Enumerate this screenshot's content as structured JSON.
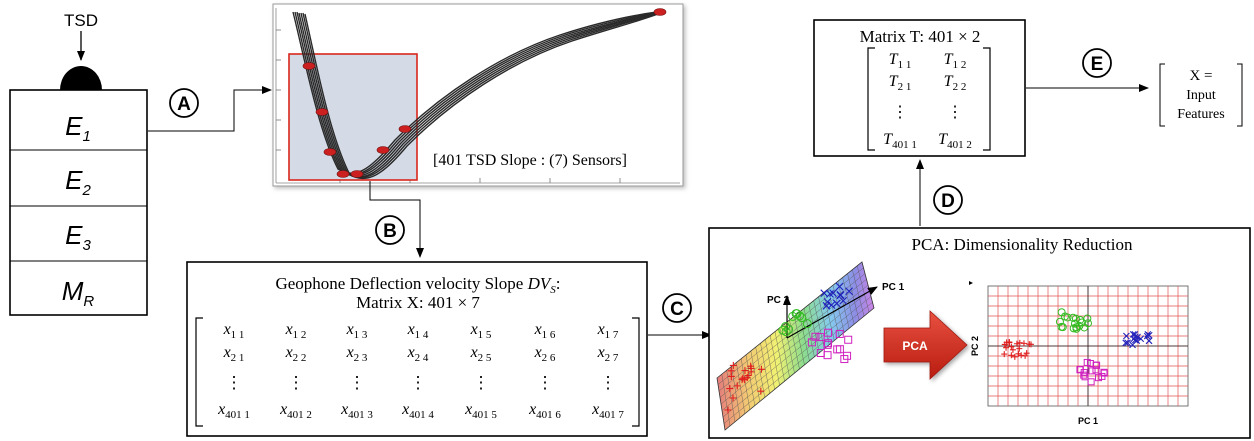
{
  "tsd_label": "TSD",
  "layers": [
    {
      "base": "E",
      "sub": "1"
    },
    {
      "base": "E",
      "sub": "2"
    },
    {
      "base": "E",
      "sub": "3"
    },
    {
      "base": "M",
      "sub": "R"
    }
  ],
  "steps": {
    "a": "A",
    "b": "B",
    "c": "C",
    "d": "D",
    "e": "E"
  },
  "slope_plot": {
    "caption": "[401 TSD Slope : (7) Sensors]"
  },
  "matrix_x": {
    "title_line1_prefix": "Geophone Deflection velocity Slope ",
    "title_line1_symbol": "DV",
    "title_line1_sub": "S",
    "title_line1_suffix": ":",
    "title_line2": "Matrix X: 401 × 7",
    "columns": [
      "1",
      "2",
      "3",
      "4",
      "5",
      "6",
      "7"
    ],
    "row_prefix": "x",
    "rows": [
      "1",
      "2",
      "",
      "401"
    ],
    "dots": "⋮"
  },
  "matrix_t": {
    "title": "Matrix T: 401 × 2",
    "row_prefix": "T",
    "cells": [
      [
        "T",
        "1 1",
        "T",
        "1 2"
      ],
      [
        "T",
        "2 1",
        "T",
        "2 2"
      ],
      [
        "",
        "",
        "",
        ""
      ],
      [
        "T",
        "401 1",
        "T",
        "401 2"
      ]
    ],
    "dots": "⋮"
  },
  "input_features": {
    "line1": "X =",
    "line2": "Input",
    "line3": "Features"
  },
  "pca": {
    "title": "PCA: Dimensionality Reduction",
    "arrow_label": "PCA",
    "axis_pc1": "PC 1",
    "axis_pc2": "PC 2",
    "result_xlabel": "PC 1",
    "result_ylabel": "PC 2"
  },
  "colors": {
    "accent_red": "#d9261c",
    "highlight_fill": "#d5dbe6",
    "pca_arrow": "#d63020",
    "grid_red": "#e05050",
    "cluster_red": "#e02020",
    "cluster_green": "#33bb22",
    "cluster_magenta": "#d020c0",
    "cluster_blue": "#2222bb"
  }
}
